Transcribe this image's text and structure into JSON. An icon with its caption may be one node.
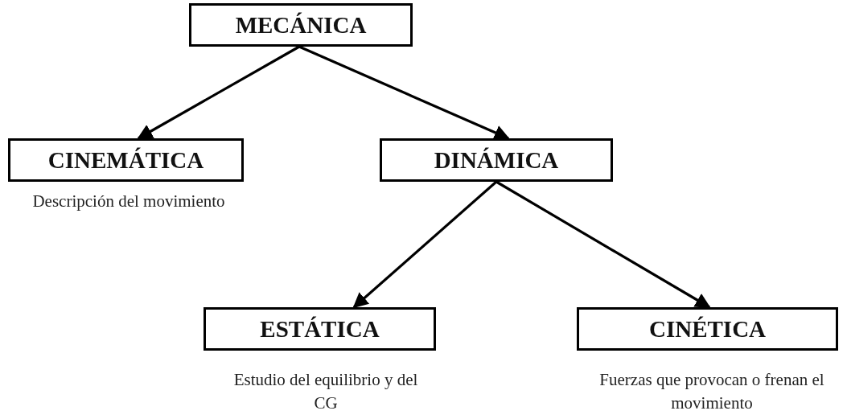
{
  "diagram": {
    "nodes": [
      {
        "text": [
          "MECÁNICA"
        ]
      },
      {
        "text": [
          "CINEMÁTICA"
        ],
        "beside": [
          "Descripción del movimiento"
        ]
      },
      {
        "text": [
          "DINÁMICA"
        ]
      },
      {
        "text": [
          "ESTÁTICA"
        ],
        "beside": [
          "Estudio del equilibrio y del CG"
        ]
      },
      {
        "text": [
          "CINÉTICA"
        ],
        "beside": [
          "Fuerzas que provocan o frenan el movimiento"
        ]
      }
    ],
    "edges": [
      {
        "from": 0,
        "to": 1,
        "arrow": "to"
      },
      {
        "from": 0,
        "to": 2,
        "arrow": "to"
      },
      {
        "from": 2,
        "to": 3,
        "arrow": "to"
      },
      {
        "from": 2,
        "to": 4,
        "arrow": "to"
      }
    ]
  }
}
